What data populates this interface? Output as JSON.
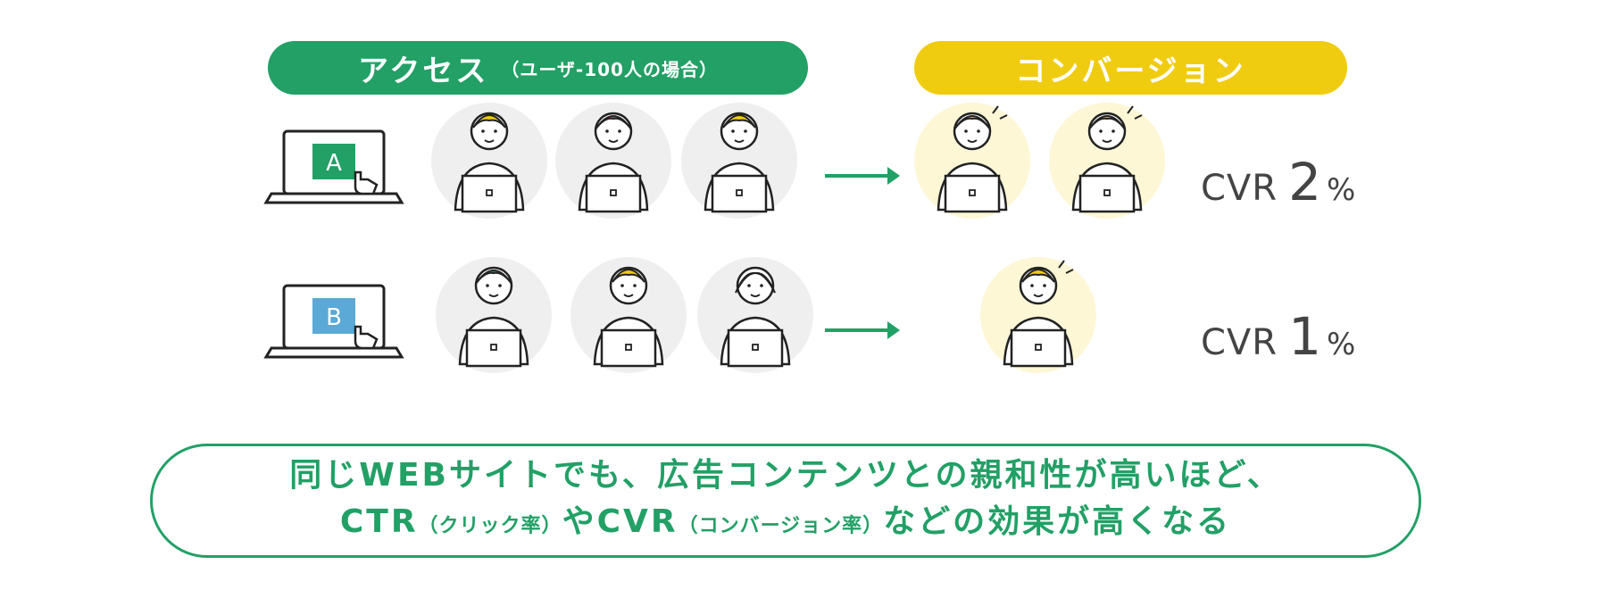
{
  "access_pill": {
    "main": "アクセス",
    "sub": "（ユーザ-100人の場合）"
  },
  "conversion_pill": {
    "label": "コンバージョン"
  },
  "rows": [
    {
      "ad_label": "A",
      "cvr_label": "CVR",
      "cvr_value": "2",
      "cvr_unit": "%"
    },
    {
      "ad_label": "B",
      "cvr_label": "CVR",
      "cvr_value": "1",
      "cvr_unit": "%"
    }
  ],
  "summary": {
    "line1": "同じWEBサイトでも、広告コンテンツとの親和性が高いほど、",
    "line2_a": "CTR",
    "line2_b": "（クリック率）",
    "line2_c": "やCVR",
    "line2_d": "（コンバージョン率）",
    "line2_e": "などの効果が高くなる"
  },
  "colors": {
    "green": "#22a066",
    "yellow": "#f0cc10",
    "ad_a": "#22a066",
    "ad_b": "#5aa9d6",
    "circle_gray": "#efefef",
    "circle_cream": "#fdf7d6"
  }
}
